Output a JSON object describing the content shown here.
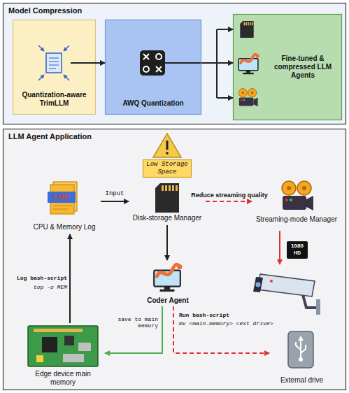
{
  "diagram": {
    "nodes": [
      {
        "text": [
          "Model Compression"
        ]
      },
      {
        "text": [
          "Quantization-aware TrimLLM"
        ],
        "in": 0
      },
      {
        "text": [
          "AWQ Quantization"
        ],
        "in": 0
      },
      {
        "text": [
          "Fine-tuned & compressed LLM Agents"
        ],
        "in": 0
      },
      {
        "text": [
          "LLM Agent Application"
        ]
      },
      {
        "text": [
          "Low Storage Space"
        ],
        "in": 4
      },
      {
        "text": [
          "CPU & Memory Log"
        ],
        "in": 4
      },
      {
        "text": [
          "Disk-storage Manager"
        ],
        "in": 4
      },
      {
        "text": [
          "Streaming-mode Manager"
        ],
        "in": 4
      },
      {
        "text": [
          "Coder Agent"
        ],
        "in": 4
      },
      {
        "text": [
          "Edge device main memory"
        ],
        "in": 4
      },
      {
        "text": [
          "External drive"
        ],
        "in": 4
      }
    ],
    "edges": [
      {
        "from": 1,
        "to": 2,
        "arrow": "to"
      },
      {
        "from": 2,
        "to": 3,
        "arrow": "to"
      },
      {
        "from": 6,
        "to": 7,
        "arrow": "to",
        "label": "Input"
      },
      {
        "from": 7,
        "to": 8,
        "arrow": "to",
        "label": "Reduce streaming quality"
      },
      {
        "from": 7,
        "to": 9,
        "arrow": "to"
      },
      {
        "from": 9,
        "to": 10,
        "arrow": "to",
        "label": "save to main memory"
      },
      {
        "from": 9,
        "to": 11,
        "arrow": "to",
        "label": "Run bash-script"
      },
      {
        "from": 10,
        "to": 6,
        "arrow": "to",
        "label": "Log bash-script"
      }
    ],
    "labels": [
      "LOG",
      "1080",
      "HD",
      "top -o MEM",
      "mv <main-memory> <ext drive>"
    ]
  }
}
